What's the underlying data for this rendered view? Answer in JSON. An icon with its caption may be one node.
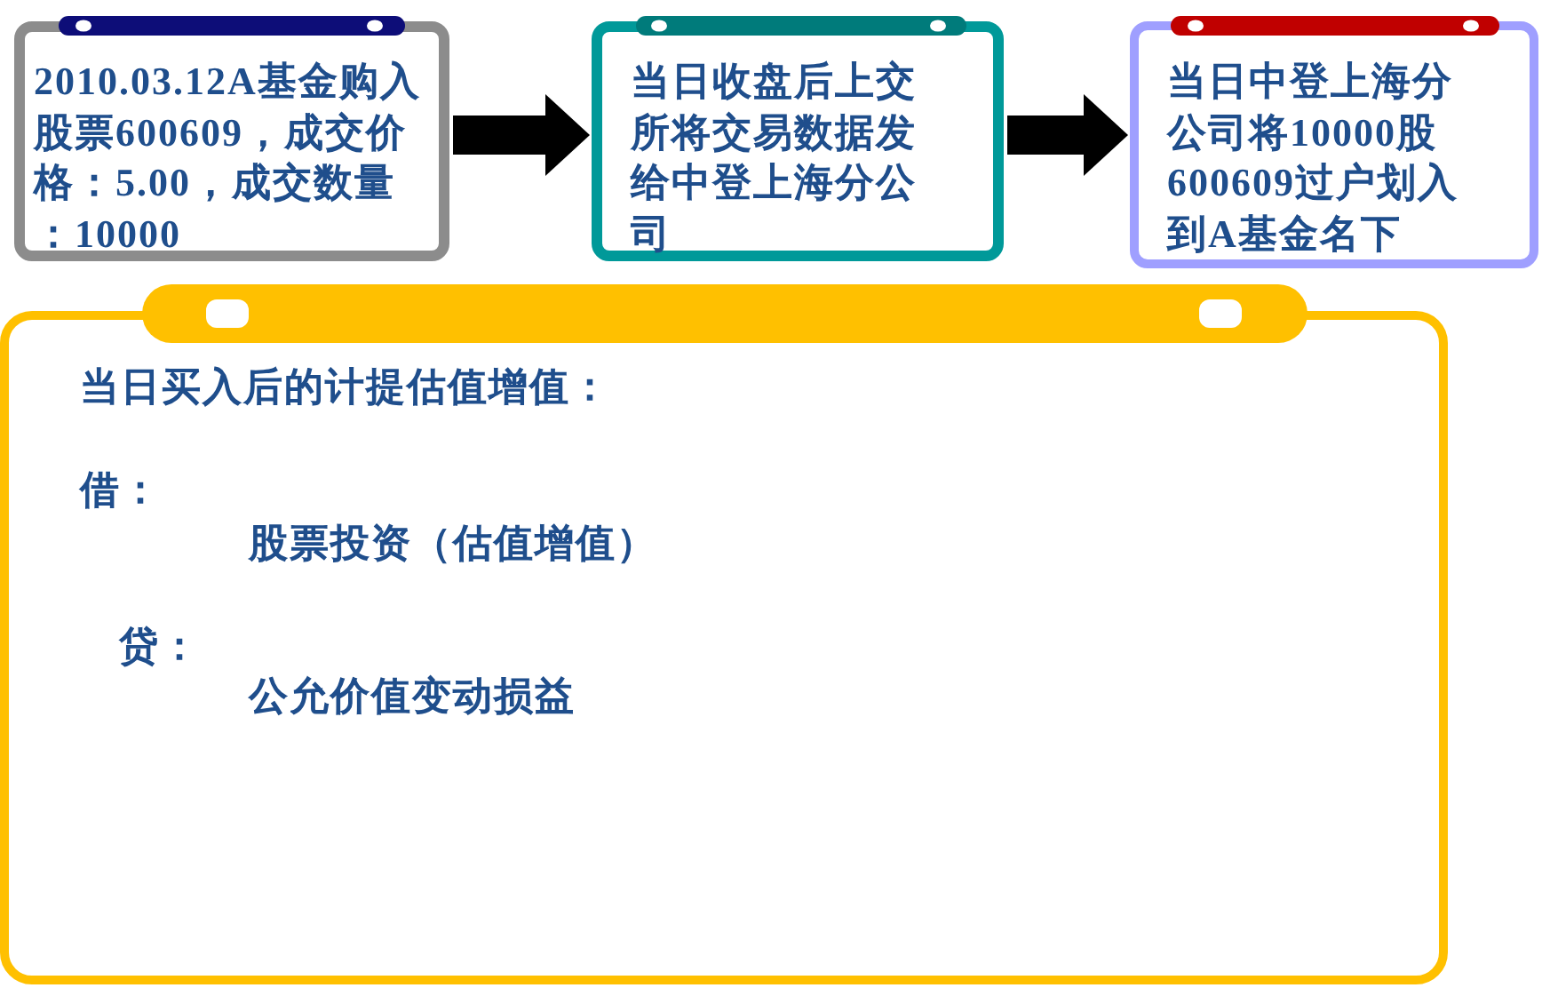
{
  "diagram": {
    "nodes": [
      {
        "text": [
          "2010.03.12A基金购入股票600609，成交价格：5.00，成交数量：10000"
        ]
      },
      {
        "text": [
          "当日收盘后上交所将交易数据发给中登上海分公司"
        ]
      },
      {
        "text": [
          "当日中登上海分公司将10000股600609过户划入到A基金名下"
        ]
      },
      {
        "text": [
          "当日买入后的计提估值增值：",
          "借：",
          "股票投资（估值增值）",
          "贷：",
          "公允价值变动损益"
        ]
      }
    ],
    "edges": [
      {
        "from": 0,
        "to": 1,
        "arrow": "to"
      },
      {
        "from": 1,
        "to": 2,
        "arrow": "to"
      }
    ]
  }
}
